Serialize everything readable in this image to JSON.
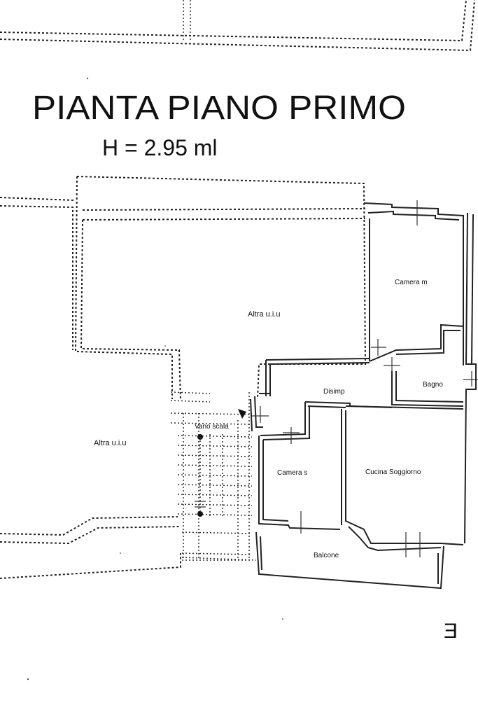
{
  "title": "PIANTA PIANO PRIMO",
  "subtitle": "H = 2.95 ml",
  "rooms": {
    "altra_top": "Altra u.i.u",
    "altra_left": "Altra u.i.u",
    "camera_m": "Camera m",
    "bagno": "Bagno",
    "disimp": "Disimp",
    "vano_scala": "Vano scala",
    "camera_s": "Camera s",
    "cucina_soggiorno": "Cucina Soggiorno",
    "balcone": "Balcone"
  },
  "corner_mark": "E"
}
